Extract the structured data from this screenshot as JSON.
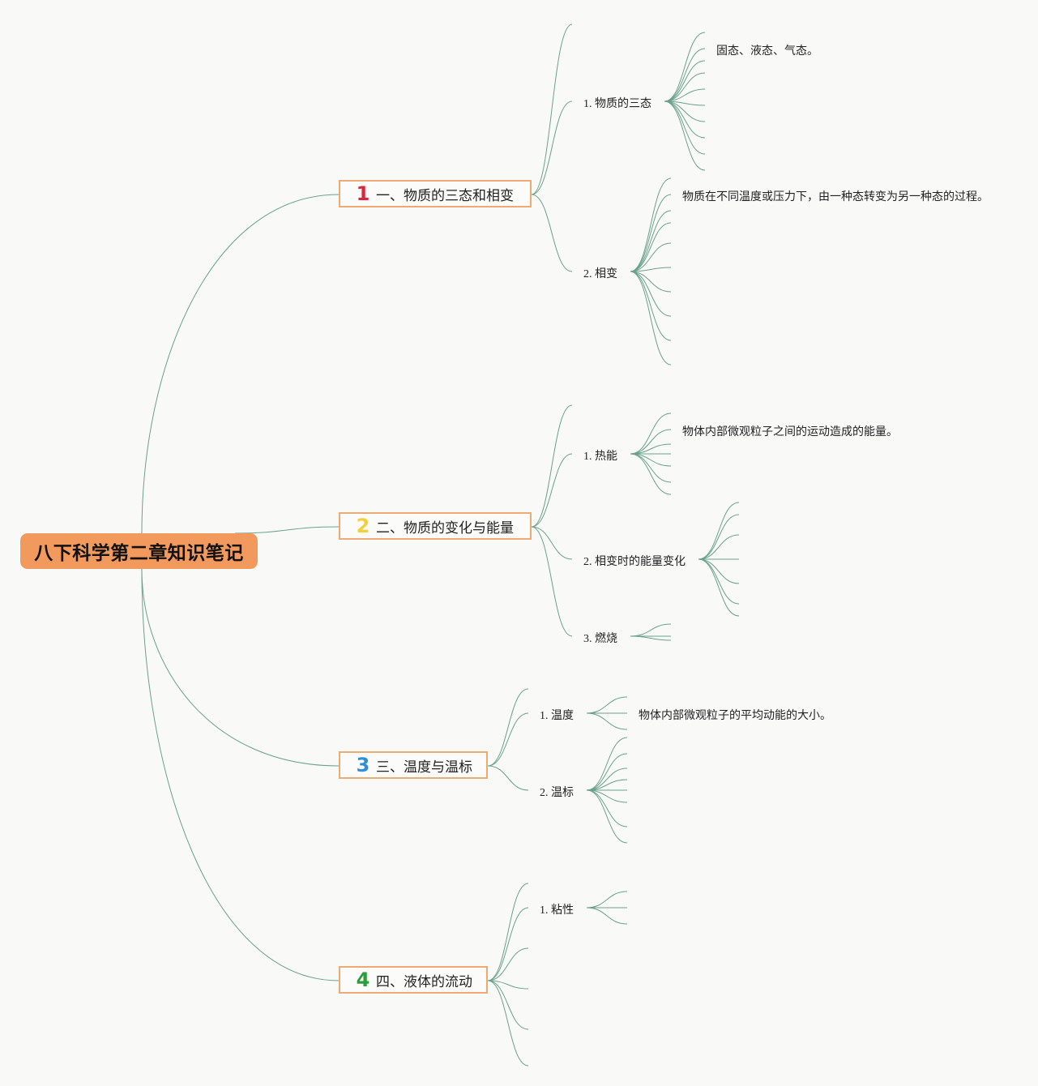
{
  "root": {
    "title": "八下科学第二章知识笔记"
  },
  "colors": {
    "root_bg": "#f29a5e",
    "topic_border": "#ecaa74",
    "line": "#6aa18d"
  },
  "topics": [
    {
      "num": "1",
      "num_color": "#d7263d",
      "label": "一、物质的三态和相变"
    },
    {
      "num": "2",
      "num_color": "#f4cf3a",
      "label": "二、物质的变化与能量"
    },
    {
      "num": "3",
      "num_color": "#2d8fd5",
      "label": "三、温度与温标"
    },
    {
      "num": "4",
      "num_color": "#2a9d3a",
      "label": "四、液体的流动"
    }
  ],
  "subtopics": {
    "t1_s1": "1. 物质的三态",
    "t1_s2": "2. 相变",
    "t2_s1": "1. 热能",
    "t2_s2": "2. 相变时的能量变化",
    "t2_s3": "3. 燃烧",
    "t3_s1": "1. 温度",
    "t3_s2": "2. 温标",
    "t4_s1": "1. 粘性"
  },
  "notes": {
    "t1_s1": "固态、液态、气态。",
    "t1_s2": "物质在不同温度或压力下，由一种态转变为另一种态的过程。",
    "t2_s1": "物体内部微观粒子之间的运动造成的能量。",
    "t3_s1": "物体内部微观粒子的平均动能的大小。"
  }
}
